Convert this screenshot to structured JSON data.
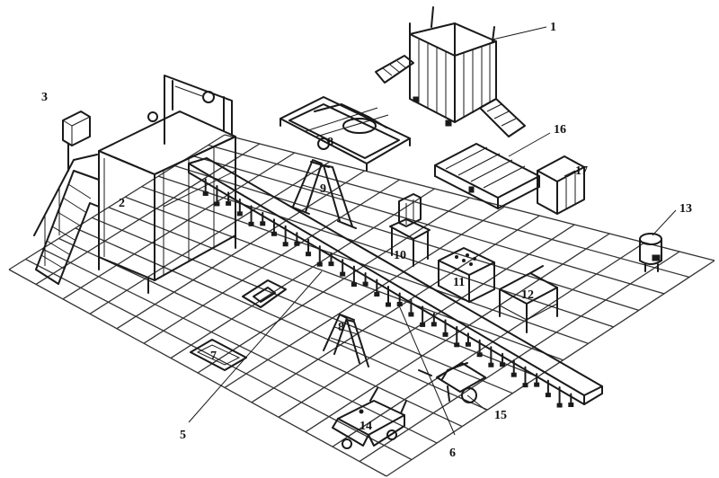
{
  "callouts": [
    {
      "id": "1",
      "text": "1"
    },
    {
      "id": "2",
      "text": "2"
    },
    {
      "id": "3",
      "text": "3"
    },
    {
      "id": "5",
      "text": "5"
    },
    {
      "id": "6",
      "text": "6"
    },
    {
      "id": "7",
      "text": "7"
    },
    {
      "id": "8a",
      "text": "8"
    },
    {
      "id": "8b",
      "text": "8"
    },
    {
      "id": "9",
      "text": "9"
    },
    {
      "id": "10",
      "text": "10"
    },
    {
      "id": "11",
      "text": "11"
    },
    {
      "id": "12",
      "text": "12"
    },
    {
      "id": "13",
      "text": "13"
    },
    {
      "id": "14",
      "text": "14"
    },
    {
      "id": "15",
      "text": "15"
    },
    {
      "id": "16",
      "text": "16"
    },
    {
      "id": "17",
      "text": "17"
    }
  ]
}
